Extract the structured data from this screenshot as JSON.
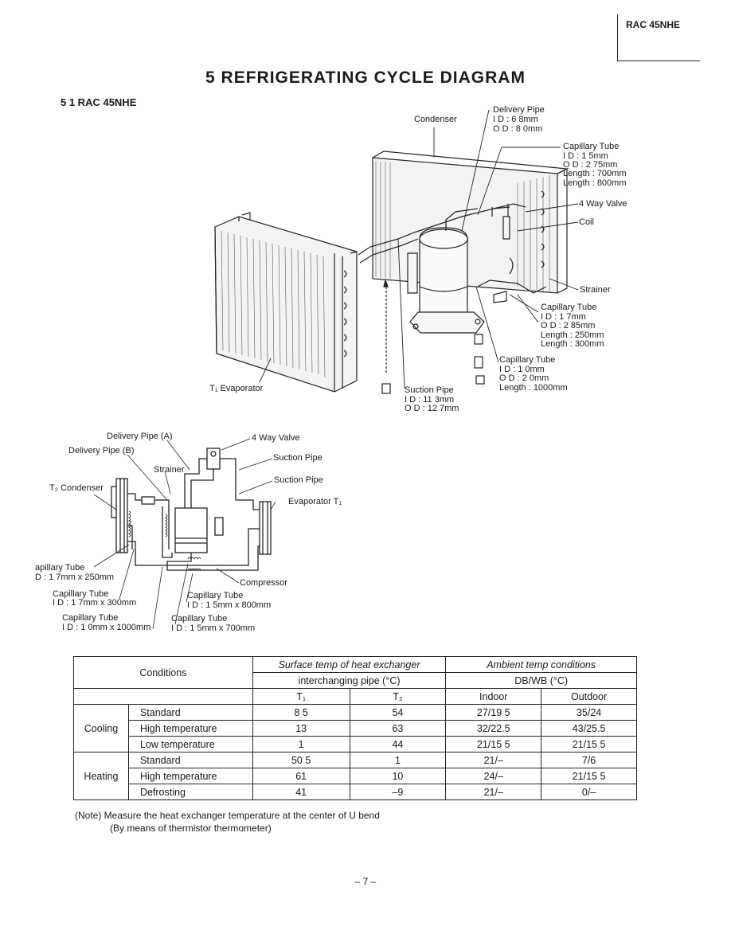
{
  "header": {
    "model": "RAC 45NHE"
  },
  "title": "5 REFRIGERATING CYCLE DIAGRAM",
  "section": "5 1 RAC 45NHE",
  "diagram1": {
    "condenser": "Condenser",
    "delivery_pipe": "Delivery Pipe",
    "delivery_id": "I D : 6 8mm",
    "delivery_od": "O D : 8 0mm",
    "cap_tube_a": "Capillary Tube",
    "cap_tube_a_id": "I D : 1 5mm",
    "cap_tube_a_od": "O D : 2 75mm",
    "cap_tube_a_len1": "Length : 700mm",
    "cap_tube_a_len2": "Length : 800mm",
    "four_way_valve": "4 Way Valve",
    "coil": "Coil",
    "strainer": "Strainer",
    "cap_tube_b": "Capillary Tube",
    "cap_tube_b_id": "I D : 1 7mm",
    "cap_tube_b_od": "O D : 2 85mm",
    "cap_tube_b_len1": "Length : 250mm",
    "cap_tube_b_len2": "Length : 300mm",
    "cap_tube_c": "Capillary Tube",
    "cap_tube_c_id": "I D : 1 0mm",
    "cap_tube_c_od": "O D : 2 0mm",
    "cap_tube_c_len": "Length : 1000mm",
    "suction_pipe": "Suction Pipe",
    "suction_id": "I D : 11 3mm",
    "suction_od": "O D : 12 7mm",
    "evaporator": "T₁ Evaporator"
  },
  "diagram2": {
    "delivery_a": "Delivery Pipe (A)",
    "delivery_b": "Delivery Pipe (B)",
    "four_way_valve": "4 Way Valve",
    "suction_pipe_1": "Suction Pipe",
    "suction_pipe_2": "Suction Pipe",
    "strainer": "Strainer",
    "t2_condenser": "T₂ Condenser",
    "evaporator_t1": "Evaporator T₁",
    "compressor": "Compressor",
    "cap1_title": "apillary Tube",
    "cap1_spec": "D : 1 7mm x 250mm",
    "cap2_title": "Capillary Tube",
    "cap2_spec": "I D : 1 7mm x 300mm",
    "cap3_title": "Capillary Tube",
    "cap3_spec": "I D : 1 5mm x 800mm",
    "cap4_title": "Capillary Tube",
    "cap4_spec": "I D : 1 0mm x 1000mm",
    "cap5_title": "Capillary Tube",
    "cap5_spec": "I D : 1 5mm x 700mm"
  },
  "table": {
    "conditions": "Conditions",
    "surface_temp_1": "Surface temp of heat exchanger",
    "surface_temp_2": "interchanging pipe (°C)",
    "ambient_1": "Ambient temp conditions",
    "ambient_2": "DB/WB (°C)",
    "t1": "T₁",
    "t2": "T₂",
    "indoor": "Indoor",
    "outdoor": "Outdoor",
    "cooling": "Cooling",
    "heating": "Heating",
    "rows": [
      {
        "label": "Standard",
        "t1": "8 5",
        "t2": "54",
        "indoor": "27/19 5",
        "outdoor": "35/24"
      },
      {
        "label": "High temperature",
        "t1": "13",
        "t2": "63",
        "indoor": "32/22.5",
        "outdoor": "43/25.5"
      },
      {
        "label": "Low temperature",
        "t1": "1",
        "t2": "44",
        "indoor": "21/15 5",
        "outdoor": "21/15 5"
      },
      {
        "label": "Standard",
        "t1": "50 5",
        "t2": "1",
        "indoor": "21/–",
        "outdoor": "7/6"
      },
      {
        "label": "High temperature",
        "t1": "61",
        "t2": "10",
        "indoor": "24/–",
        "outdoor": "21/15 5"
      },
      {
        "label": "Defrosting",
        "t1": "41",
        "t2": "–9",
        "indoor": "21/–",
        "outdoor": "0/–"
      }
    ]
  },
  "note": {
    "line1": "(Note) Measure the heat exchanger temperature at the center of U bend",
    "line2": "(By means of thermistor thermometer)"
  },
  "page_number": "– 7 –"
}
